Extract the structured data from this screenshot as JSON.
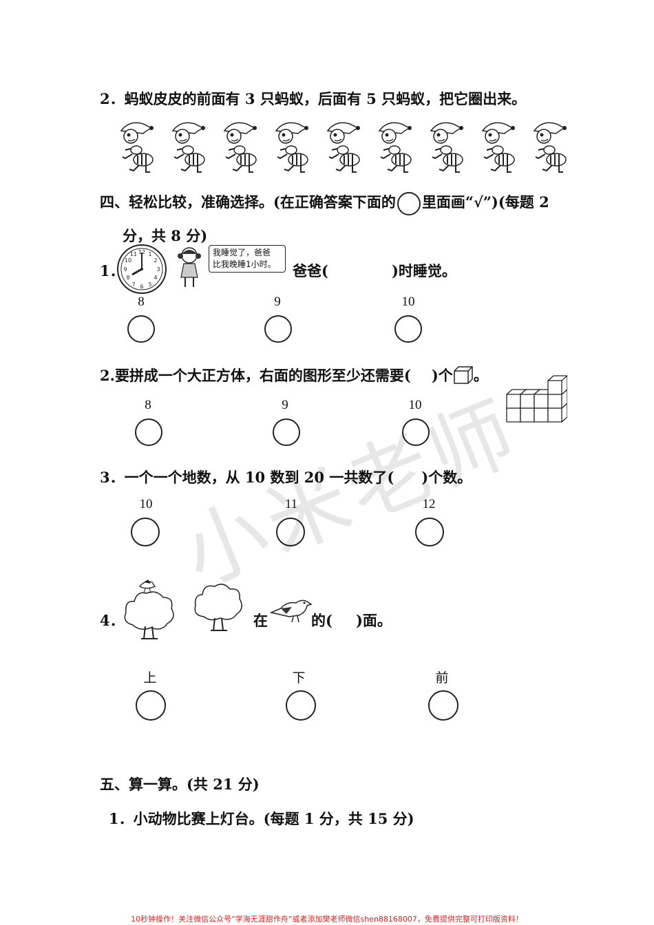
{
  "q2_ants": {
    "text": "2．蚂蚁皮皮的前面有 3 只蚂蚁，后面有 5 只蚂蚁，把它圈出来。",
    "ant_count": 9,
    "ant_icon": "cartoon-ant-icon"
  },
  "section4": {
    "heading_part1": "四、轻松比较，准确选择。(在正确答案下面的",
    "heading_part2": "里面画“√”)(每题  2",
    "heading_line2": "分，共 8 分)",
    "items": [
      {
        "number": "1．",
        "bubble": [
          "我睡觉了，爸爸",
          "比我晚睡1小时。"
        ],
        "text_before": "爸爸(",
        "text_after": ")时睡觉。",
        "options": [
          "8",
          "9",
          "10"
        ]
      },
      {
        "number": "2.",
        "text_before": "要拼成一个大正方体，右面的图形至少还需要(",
        "text_after": ")个",
        "text_end": "。",
        "options": [
          "8",
          "9",
          "10"
        ]
      },
      {
        "number": "3．",
        "text_before": "一个一个地数，从 10 数到 20 一共数了(",
        "text_after": ")个数。",
        "options": [
          "10",
          "11",
          "12"
        ]
      },
      {
        "number": "4．",
        "text_mid": "在",
        "text_before": "的(",
        "text_after": ")面。",
        "options": [
          "上",
          "下",
          "前"
        ]
      }
    ]
  },
  "section5": {
    "heading": "五、算一算。(共 21 分)",
    "sub1": "1．小动物比赛上灯台。(每题 1 分，共 15 分)"
  },
  "watermark": "小米老师",
  "footer": "10秒钟操作！关注微信公众号“学海无涯甜作舟”或者添加樊老师微信shen88168007，免费提供完整可打印版资料！",
  "colors": {
    "footer": "#dd2222",
    "text": "#111111"
  }
}
